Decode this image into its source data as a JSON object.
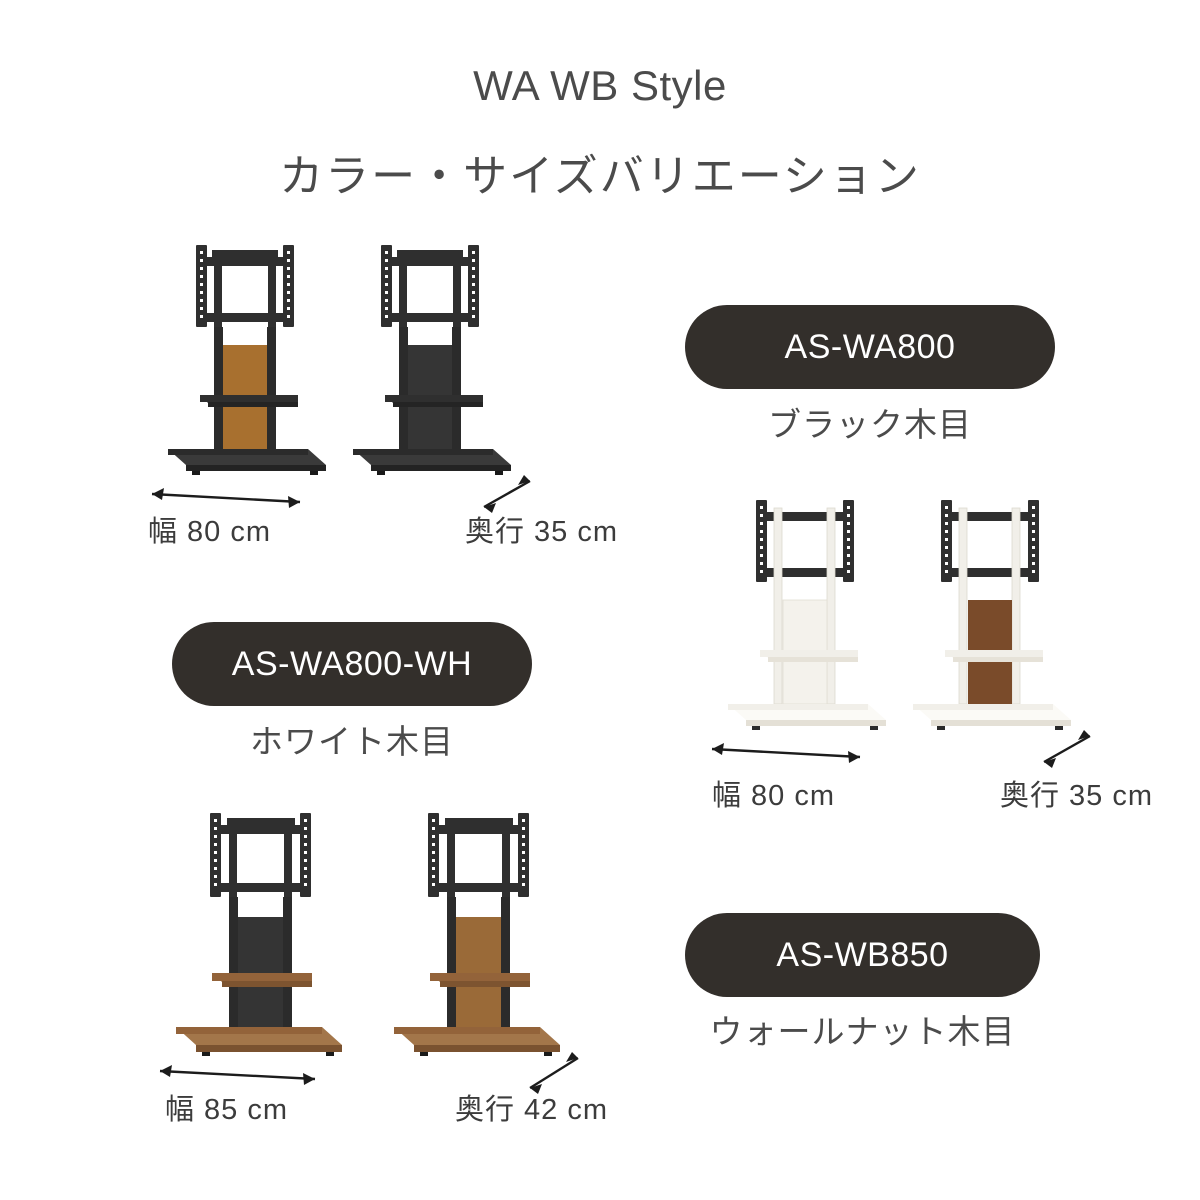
{
  "heading": {
    "title_en": "WA WB Style",
    "title_jp": "カラー・サイズバリエーション"
  },
  "products": [
    {
      "id": "as-wa800",
      "model": "AS-WA800",
      "color_name": "ブラック木目",
      "frame_color": "#2b2b2b",
      "panel_color": "#A8702F",
      "base_color": "#2b2b2b",
      "width_label": "幅 80 cm",
      "depth_label": "奥行 35 cm"
    },
    {
      "id": "as-wa800-wh",
      "model": "AS-WA800-WH",
      "color_name": "ホワイト木目",
      "frame_color": "#f1efe9",
      "panel_color": "#7A4B2A",
      "base_color": "#f1efe9",
      "width_label": "幅 80 cm",
      "depth_label": "奥行 35 cm"
    },
    {
      "id": "as-wb850",
      "model": "AS-WB850",
      "color_name": "ウォールナット木目",
      "frame_color": "#2b2b2b",
      "panel_color": "#9A6A38",
      "base_color": "#93633A",
      "width_label": "幅 85 cm",
      "depth_label": "奥行 42 cm"
    }
  ],
  "colors": {
    "pill_background": "#332F2B",
    "pill_text": "#ffffff",
    "heading_text": "#4b4b4b",
    "dimension_text": "#3c3c3c",
    "page_background": "#ffffff"
  },
  "icons": {
    "arrow_width": "double-arrow-horizontal-icon",
    "arrow_depth": "double-arrow-diagonal-icon",
    "vesa_bracket": "vesa-mount-bracket-icon"
  }
}
